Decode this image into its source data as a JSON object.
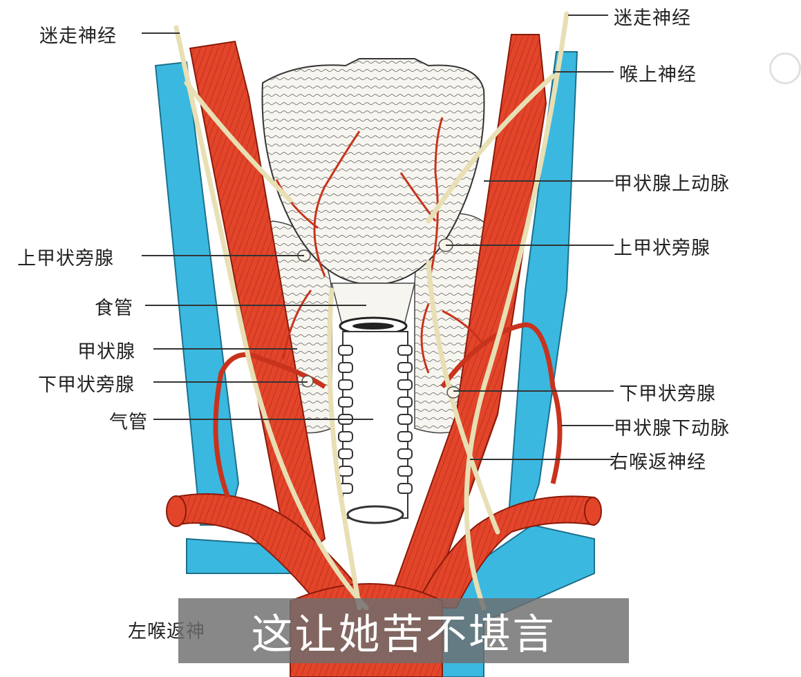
{
  "labels": {
    "left_vagus": "迷走神经",
    "right_vagus": "迷走神经",
    "superior_laryngeal": "喉上神经",
    "superior_thyroid_artery": "甲状腺上动脉",
    "left_superior_parathyroid": "上甲状旁腺",
    "right_superior_parathyroid": "上甲状旁腺",
    "esophagus": "食管",
    "thyroid": "甲状腺",
    "left_inferior_parathyroid": "下甲状旁腺",
    "right_inferior_parathyroid": "下甲状旁腺",
    "inferior_thyroid_artery": "甲状腺下动脉",
    "trachea": "气管",
    "right_recurrent_laryngeal": "右喉返神经",
    "left_recurrent_laryngeal": "左喉返神"
  },
  "subtitle": "这让她苦不堪言",
  "colors": {
    "artery": "#e2452a",
    "artery_dark": "#b52a16",
    "vein": "#3ab8e0",
    "nerve": "#f3ebc6",
    "tissue": "#f7f5ef"
  }
}
